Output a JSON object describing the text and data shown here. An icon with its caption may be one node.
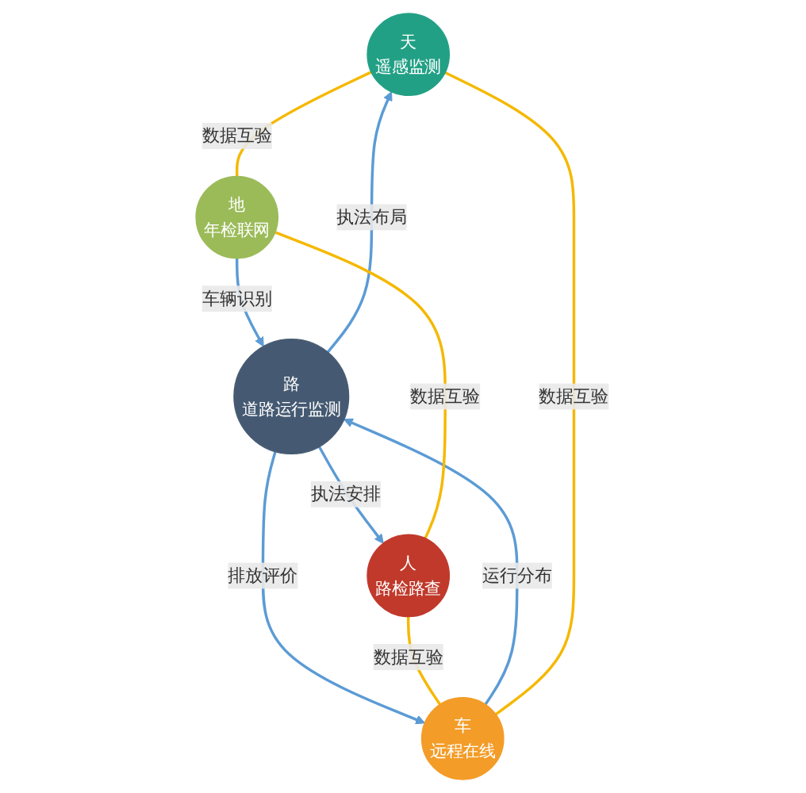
{
  "diagram": {
    "nodes": [
      {
        "text": [
          "天",
          "遥感监测"
        ]
      },
      {
        "text": [
          "车",
          "远程在线"
        ]
      },
      {
        "text": [
          "路",
          "道路运行监测"
        ]
      },
      {
        "text": [
          "地",
          "年检联网"
        ]
      },
      {
        "text": [
          "人",
          "路检路查"
        ]
      }
    ],
    "edges": [
      {
        "from": 2,
        "to": 0,
        "arrow": "to",
        "label": "执法布局"
      },
      {
        "from": 1,
        "to": 2,
        "arrow": "to",
        "label": "运行分布"
      },
      {
        "from": 2,
        "to": 1,
        "arrow": "to",
        "label": "排放评价"
      },
      {
        "from": 3,
        "to": 2,
        "arrow": "to",
        "label": "车辆识别"
      },
      {
        "from": 2,
        "to": 4,
        "arrow": "to",
        "label": "执法安排"
      },
      {
        "from": 1,
        "to": 0,
        "arrow": "none",
        "label": "数据互验",
        "color": "#f5b800"
      },
      {
        "from": 0,
        "to": 3,
        "arrow": "none",
        "label": "数据互验",
        "color": "#f5b800"
      },
      {
        "from": 3,
        "to": 4,
        "arrow": "none",
        "label": "数据互验",
        "color": "#f5b800"
      },
      {
        "from": 4,
        "to": 1,
        "arrow": "none",
        "label": "数据互验",
        "color": "#f5b800"
      }
    ]
  }
}
